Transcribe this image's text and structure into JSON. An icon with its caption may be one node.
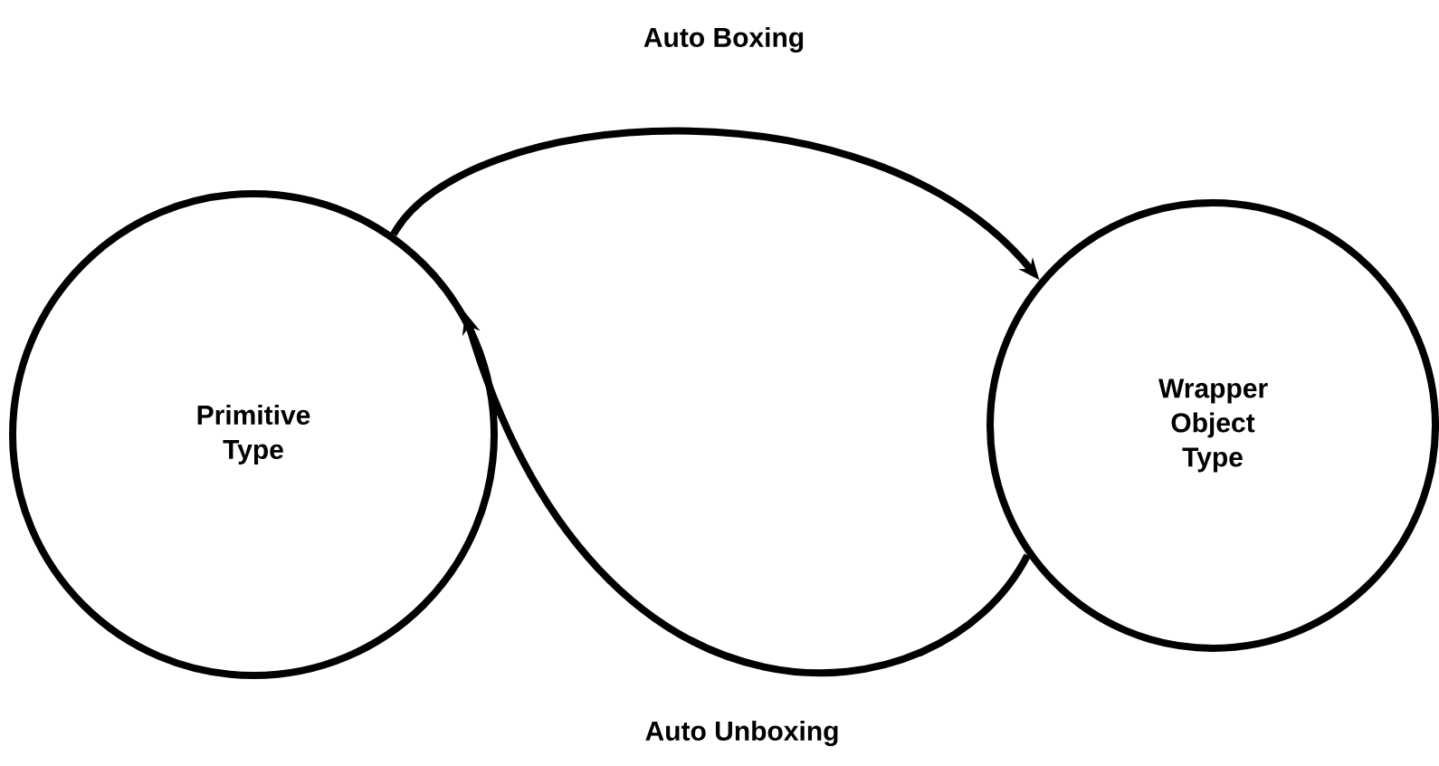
{
  "diagram": {
    "nodes": [
      {
        "text": [
          "Primitive Type"
        ]
      },
      {
        "text": [
          "Wrapper Object Type"
        ]
      }
    ],
    "edges": [
      {
        "from": 0,
        "to": 1,
        "arrow": "to",
        "label": "Auto Boxing"
      },
      {
        "from": 1,
        "to": 0,
        "arrow": "to",
        "label": "Auto Unboxing"
      }
    ]
  }
}
